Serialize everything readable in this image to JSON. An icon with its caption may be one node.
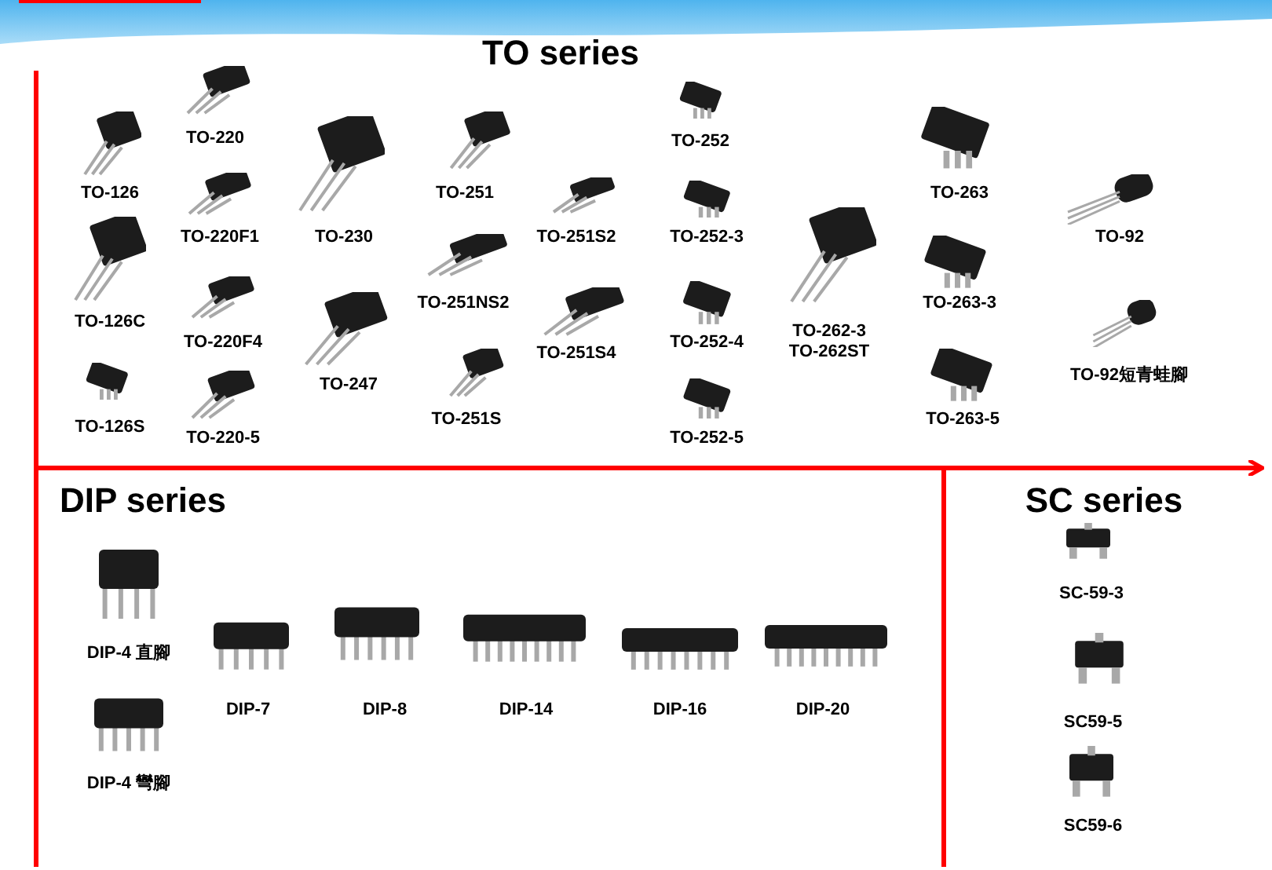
{
  "diagram": {
    "labels": [
      "TO series",
      "TO-126",
      "TO-126C",
      "TO-126S",
      "TO-220",
      "TO-220F1",
      "TO-220F4",
      "TO-220-5",
      "TO-230",
      "TO-247",
      "TO-251",
      "TO-251NS2",
      "TO-251S",
      "TO-251S2",
      "TO-251S4",
      "TO-252",
      "TO-252-3",
      "TO-252-4",
      "TO-252-5",
      "TO-262-3 TO-262ST",
      "TO-263",
      "TO-263-3",
      "TO-263-5",
      "TO-92",
      "TO-92短青蛙腳",
      "DIP series",
      "DIP-4 直腳",
      "DIP-7",
      "DIP-8",
      "DIP-14",
      "DIP-16",
      "DIP-20",
      "DIP-4 彎腳",
      "SC series",
      "SC-59-3",
      "SC59-5",
      "SC59-6"
    ]
  }
}
